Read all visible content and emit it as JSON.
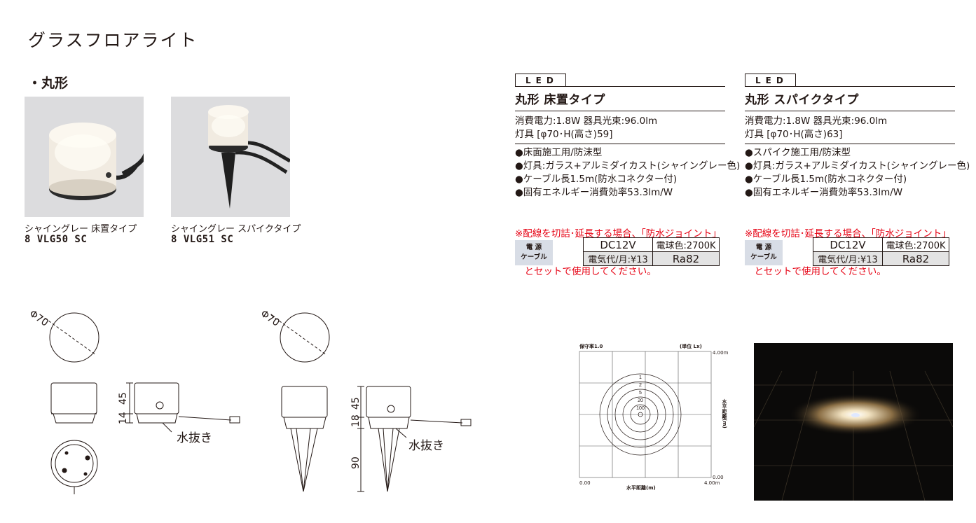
{
  "page": {
    "title": "グラスフロアライト",
    "section": "・丸形"
  },
  "products": [
    {
      "caption": "シャイングレー 床置タイプ",
      "model": "8 VLG50 SC"
    },
    {
      "caption": "シャイングレー スパイクタイプ",
      "model": "8 VLG51 SC"
    }
  ],
  "specs": [
    {
      "badge": "LED",
      "heading": "丸形 床置タイプ",
      "line1": "消費電力:1.8W 器具光束:96.0lm",
      "line2": "灯具 [φ70･H(高さ)59]",
      "features": [
        "●床面施工用/防沫型",
        "●灯具:ガラス+アルミダイカスト(シャイングレー色)",
        "●ケーブル長1.5m(防水コネクター付)",
        "●固有エネルギー消費効率53.3lm/W"
      ],
      "note_line1": "※配線を切詰･延長する場合、「防水ジョイント」",
      "note_line2": "　とセットで使用してください。",
      "power_label_1": "電 源",
      "power_label_2": "ケーブル",
      "voltage": "DC12V",
      "color_temp": "電球色:2700K",
      "cost": "電気代/月:¥13",
      "ra": "Ra82"
    },
    {
      "badge": "LED",
      "heading": "丸形 スパイクタイプ",
      "line1": "消費電力:1.8W 器具光束:96.0lm",
      "line2": "灯具 [φ70･H(高さ)63]",
      "features": [
        "●スパイク施工用/防沫型",
        "●灯具:ガラス+アルミダイカスト(シャイングレー色)",
        "●ケーブル長1.5m(防水コネクター付)",
        "●固有エネルギー消費効率53.3lm/W"
      ],
      "note_line1": "※配線を切詰･延長する場合、「防水ジョイント」",
      "note_line2": "　とセットで使用してください。",
      "power_label_1": "電 源",
      "power_label_2": "ケーブル",
      "voltage": "DC12V",
      "color_temp": "電球色:2700K",
      "cost": "電気代/月:¥13",
      "ra": "Ra82"
    }
  ],
  "drawings": {
    "floor": {
      "dia": "Φ70",
      "h1": "45",
      "h2": "14",
      "drain": "水抜き"
    },
    "spike": {
      "dia": "Φ70",
      "h1": "45",
      "h2": "18",
      "h3": "90",
      "drain": "水抜き"
    }
  },
  "chart_data": {
    "type": "contour",
    "title": "保守率1.0",
    "unit_label": "(単位 Lx)",
    "xlabel": "水平距離(m)",
    "ylabel": "水平距離(m)",
    "x_min_label": "0.00",
    "x_max_label": "4.00m",
    "y_top_label": "4.00m",
    "y_bottom_label": "0.00",
    "levels": [
      1,
      2,
      5,
      20,
      100
    ]
  }
}
